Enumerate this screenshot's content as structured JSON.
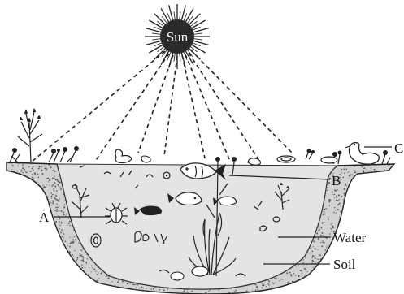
{
  "sun": {
    "label": "Sun"
  },
  "labels": {
    "a": "A",
    "b": "B",
    "c": "C",
    "water": "Water",
    "soil": "Soil"
  },
  "colors": {
    "water": "#e4e4e4",
    "soil": "#d2d2d2",
    "ink": "#222222",
    "sun_fill": "#2a2a2a"
  },
  "icons": [
    "sun-icon",
    "tree-icon",
    "fish-icon",
    "bird-icon",
    "beetle-icon",
    "snail-icon",
    "aquatic-plant-icon",
    "water-lily-icon"
  ]
}
